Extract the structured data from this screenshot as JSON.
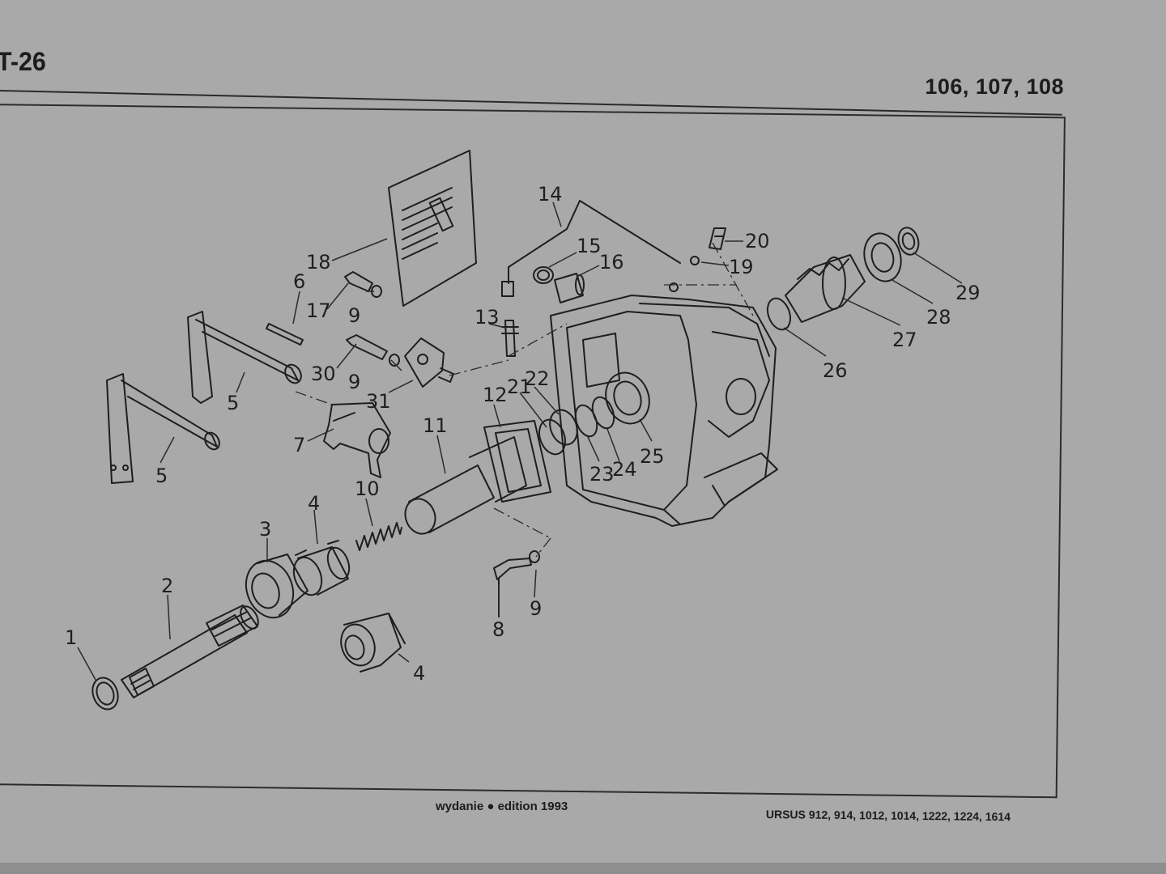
{
  "header": {
    "page_tag": "T-26",
    "page_numbers": "106, 107, 108"
  },
  "diagram": {
    "callouts": [
      {
        "id": "c1",
        "text": "1"
      },
      {
        "id": "c2",
        "text": "2"
      },
      {
        "id": "c3",
        "text": "3"
      },
      {
        "id": "c4a",
        "text": "4"
      },
      {
        "id": "c4b",
        "text": "4"
      },
      {
        "id": "c5a",
        "text": "5"
      },
      {
        "id": "c5b",
        "text": "5"
      },
      {
        "id": "c6",
        "text": "6"
      },
      {
        "id": "c7",
        "text": "7"
      },
      {
        "id": "c8",
        "text": "8"
      },
      {
        "id": "c9a",
        "text": "9"
      },
      {
        "id": "c9b",
        "text": "9"
      },
      {
        "id": "c9c",
        "text": "9"
      },
      {
        "id": "c10",
        "text": "10"
      },
      {
        "id": "c11",
        "text": "11"
      },
      {
        "id": "c12",
        "text": "12"
      },
      {
        "id": "c13",
        "text": "13"
      },
      {
        "id": "c14",
        "text": "14"
      },
      {
        "id": "c15",
        "text": "15"
      },
      {
        "id": "c16",
        "text": "16"
      },
      {
        "id": "c17",
        "text": "17"
      },
      {
        "id": "c18",
        "text": "18"
      },
      {
        "id": "c19",
        "text": "19"
      },
      {
        "id": "c20",
        "text": "20"
      },
      {
        "id": "c21",
        "text": "21"
      },
      {
        "id": "c22",
        "text": "22"
      },
      {
        "id": "c23",
        "text": "23"
      },
      {
        "id": "c24",
        "text": "24"
      },
      {
        "id": "c25",
        "text": "25"
      },
      {
        "id": "c26",
        "text": "26"
      },
      {
        "id": "c27",
        "text": "27"
      },
      {
        "id": "c28",
        "text": "28"
      },
      {
        "id": "c29",
        "text": "29"
      },
      {
        "id": "c30",
        "text": "30"
      },
      {
        "id": "c31",
        "text": "31"
      }
    ]
  },
  "footer": {
    "edition": "wydanie ● edition 1993",
    "models": "URSUS 912, 914, 1012, 1014, 1222, 1224, 1614"
  }
}
